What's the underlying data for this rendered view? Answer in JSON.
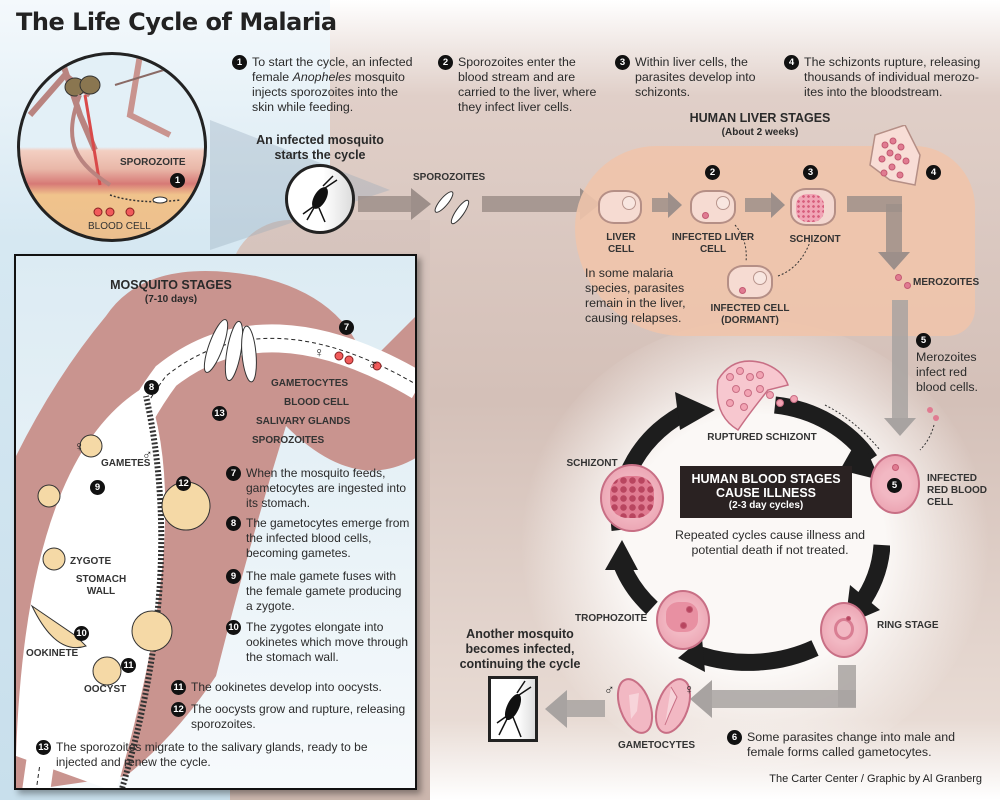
{
  "title": "The Life Cycle of Malaria",
  "steps": {
    "s1": {
      "num": "1",
      "text_a": "To start the cycle, an infected female ",
      "text_italic": "Anopheles",
      "text_b": " mosquito injects sporozoites into the skin while feeding."
    },
    "s2": {
      "num": "2",
      "text": "Sporozoites enter the blood stream and are carried to the liver, where they infect liver cells."
    },
    "s3": {
      "num": "3",
      "text": "Within liver cells, the parasites develop into schizonts."
    },
    "s4": {
      "num": "4",
      "text": "The schizonts rupture, releasing thousands of individual merozo-ites into the bloodstream."
    },
    "s5": {
      "num": "5",
      "text": "Merozoites infect red blood cells."
    },
    "s6": {
      "num": "6",
      "text": "Some parasites change into male and female forms called gametocytes."
    },
    "s7": {
      "num": "7",
      "text": "When the mosquito feeds, gametocytes are ingested into its stomach."
    },
    "s8": {
      "num": "8",
      "text": "The gametocytes emerge from the infected blood cells, becoming gametes."
    },
    "s9": {
      "num": "9",
      "text": "The male gamete fuses with the female gamete producing a zygote."
    },
    "s10": {
      "num": "10",
      "text": "The zygotes elongate into ookinetes which move through the stomach wall."
    },
    "s11": {
      "num": "11",
      "text": "The ookinetes develop into oocysts."
    },
    "s12": {
      "num": "12",
      "text": "The oocysts grow and rupture, releasing sporozoites."
    },
    "s13": {
      "num": "13",
      "text": "The sporozoites migrate to the salivary glands, ready to be injected and renew the cycle."
    }
  },
  "inset_circle": {
    "sporozoite": "SPOROZOITE",
    "blood_cell": "BLOOD CELL",
    "marker": "1"
  },
  "start": {
    "heading": "An infected mosquito starts the cycle",
    "sporozoites": "SPOROZOITES"
  },
  "liver": {
    "heading": "HUMAN LIVER STAGES",
    "sub": "(About 2 weeks)",
    "liver_cell": "LIVER CELL",
    "infected_liver_cell": "INFECTED LIVER CELL",
    "schizont": "SCHIZONT",
    "dormant": "INFECTED CELL (DORMANT)",
    "relapse_note": "In some malaria species, parasites remain in the liver, causing relapses.",
    "merozoites": "MEROZOITES",
    "m2": "2",
    "m3": "3",
    "m4": "4"
  },
  "blood": {
    "box_title_1": "HUMAN BLOOD STAGES",
    "box_title_2": "CAUSE ILLNESS",
    "box_sub": "(2-3 day cycles)",
    "note": "Repeated cycles cause illness and potential death if not treated.",
    "ruptured_schizont": "RUPTURED SCHIZONT",
    "schizont": "SCHIZONT",
    "infected_rbc": "INFECTED RED BLOOD CELL",
    "rbc_marker": "5",
    "trophozoite": "TROPHOZOITE",
    "ring_stage": "RING STAGE",
    "gametocytes": "GAMETOCYTES",
    "male": "♂",
    "female": "♀"
  },
  "continue": {
    "heading": "Another mosquito becomes infected, continuing the cycle"
  },
  "mosquito": {
    "heading": "MOSQUITO STAGES",
    "sub": "(7-10 days)",
    "gametocytes": "GAMETOCYTES",
    "blood_cell": "BLOOD CELL",
    "salivary_glands": "SALIVARY GLANDS",
    "sporozoites": "SPOROZOITES",
    "gametes": "GAMETES",
    "zygote": "ZYGOTE",
    "stomach_wall": "STOMACH WALL",
    "ookinete": "OOKINETE",
    "oocyst": "OOCYST",
    "female": "♀",
    "male": "♂",
    "m7": "7",
    "m8": "8",
    "m9": "9",
    "m10": "10",
    "m11": "11",
    "m12": "12",
    "m13": "13"
  },
  "credit": "The Carter Center / Graphic by Al Granberg",
  "colors": {
    "accent_pink": "#e89aaa",
    "liver": "#f0c4ab",
    "mosquito_body": "#c9948f",
    "arrow_gray": "#9d8f8a",
    "cycle_arrow": "#1d1d1d"
  }
}
